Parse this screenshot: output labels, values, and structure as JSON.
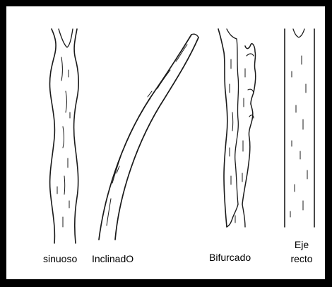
{
  "figure": {
    "frame_color": "#000000",
    "background": "#ffffff",
    "ink": "#1a1a1a",
    "trunks": [
      {
        "name": "sinuoso-trunk",
        "label": "sinuoso"
      },
      {
        "name": "inclinado-trunk",
        "label": "InclinadO"
      },
      {
        "name": "bifurcado-trunk",
        "label": "Bifurcado"
      },
      {
        "name": "eje-recto-trunk",
        "label_line1": "Eje",
        "label_line2": "recto"
      }
    ]
  }
}
